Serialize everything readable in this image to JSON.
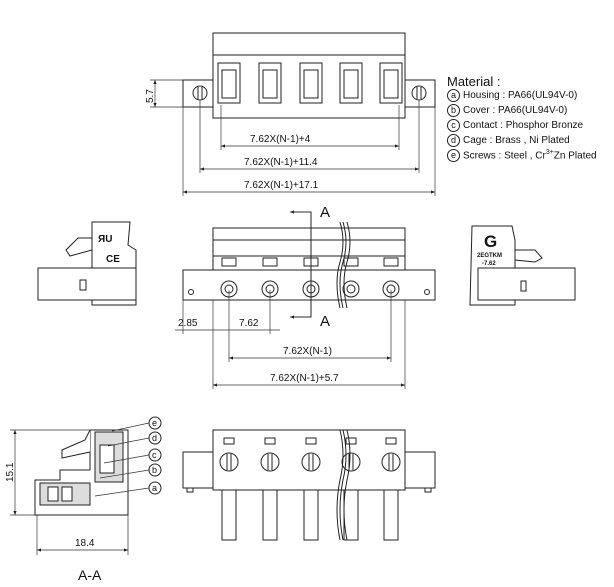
{
  "material": {
    "title": "Material :",
    "items": [
      {
        "letter": "a",
        "text": "Housing : PA66(UL94V-0)"
      },
      {
        "letter": "b",
        "text": "Cover : PA66(UL94V-0)"
      },
      {
        "letter": "c",
        "text": "Contact : Phosphor Bronze"
      },
      {
        "letter": "d",
        "text": "Cage : Brass , Ni Plated"
      },
      {
        "letter": "e",
        "text": "Screws : Steel , Cr",
        "sup": "3+",
        "tail": "Zn Plated"
      }
    ]
  },
  "dims": {
    "h57": "5.7",
    "d4": "7.62X(N-1)+4",
    "d114": "7.62X(N-1)+11.4",
    "d171": "7.62X(N-1)+17.1",
    "d285": "2.85",
    "d762": "7.62",
    "dn1": "7.62X(N-1)",
    "d57": "7.62X(N-1)+5.7",
    "h151": "15.1",
    "w184": "18.4"
  },
  "section": {
    "mark": "A",
    "title": "A-A"
  },
  "side_label": {
    "logo": "G",
    "model": "2EGTKM",
    "pitch": "-7.62"
  },
  "cert": {
    "ul": "ЯU",
    "ce": "CE"
  }
}
